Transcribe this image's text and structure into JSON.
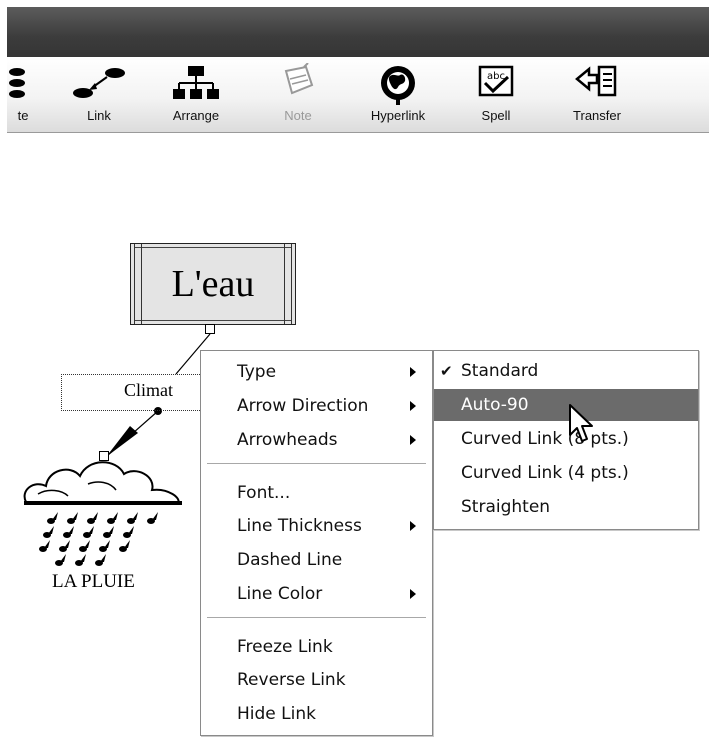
{
  "toolbar": {
    "items": [
      {
        "label": "te",
        "icon": "topic-partial-icon",
        "disabled": false
      },
      {
        "label": "Link",
        "icon": "link-icon",
        "disabled": false
      },
      {
        "label": "Arrange",
        "icon": "arrange-icon",
        "disabled": false
      },
      {
        "label": "Note",
        "icon": "note-icon",
        "disabled": true
      },
      {
        "label": "Hyperlink",
        "icon": "hyperlink-icon",
        "disabled": false
      },
      {
        "label": "Spell",
        "icon": "spell-icon",
        "disabled": false
      },
      {
        "label": "Transfer",
        "icon": "transfer-icon",
        "disabled": false
      }
    ],
    "spell_icon_text": "abc"
  },
  "diagram": {
    "main_topic": "L'eau",
    "link_label": "Climat",
    "symbol_label": "LA PLUIE"
  },
  "context_menu": {
    "groups": [
      [
        {
          "label": "Type",
          "submenu": true
        },
        {
          "label": "Arrow Direction",
          "submenu": true
        },
        {
          "label": "Arrowheads",
          "submenu": true
        }
      ],
      [
        {
          "label": "Font...",
          "submenu": false
        },
        {
          "label": "Line Thickness",
          "submenu": true
        },
        {
          "label": "Dashed Line",
          "submenu": false
        },
        {
          "label": "Line Color",
          "submenu": true
        }
      ],
      [
        {
          "label": "Freeze Link",
          "submenu": false
        },
        {
          "label": "Reverse Link",
          "submenu": false
        },
        {
          "label": "Hide Link",
          "submenu": false
        }
      ]
    ]
  },
  "type_submenu": {
    "items": [
      {
        "label": "Standard",
        "checked": true,
        "highlighted": false
      },
      {
        "label": "Auto-90",
        "checked": false,
        "highlighted": true
      },
      {
        "label": "Curved Link (8 pts.)",
        "checked": false,
        "highlighted": false
      },
      {
        "label": "Curved Link (4 pts.)",
        "checked": false,
        "highlighted": false
      },
      {
        "label": "Straighten",
        "checked": false,
        "highlighted": false
      }
    ],
    "check_glyph": "✔",
    "highlight_color": "#6b6b6b"
  }
}
